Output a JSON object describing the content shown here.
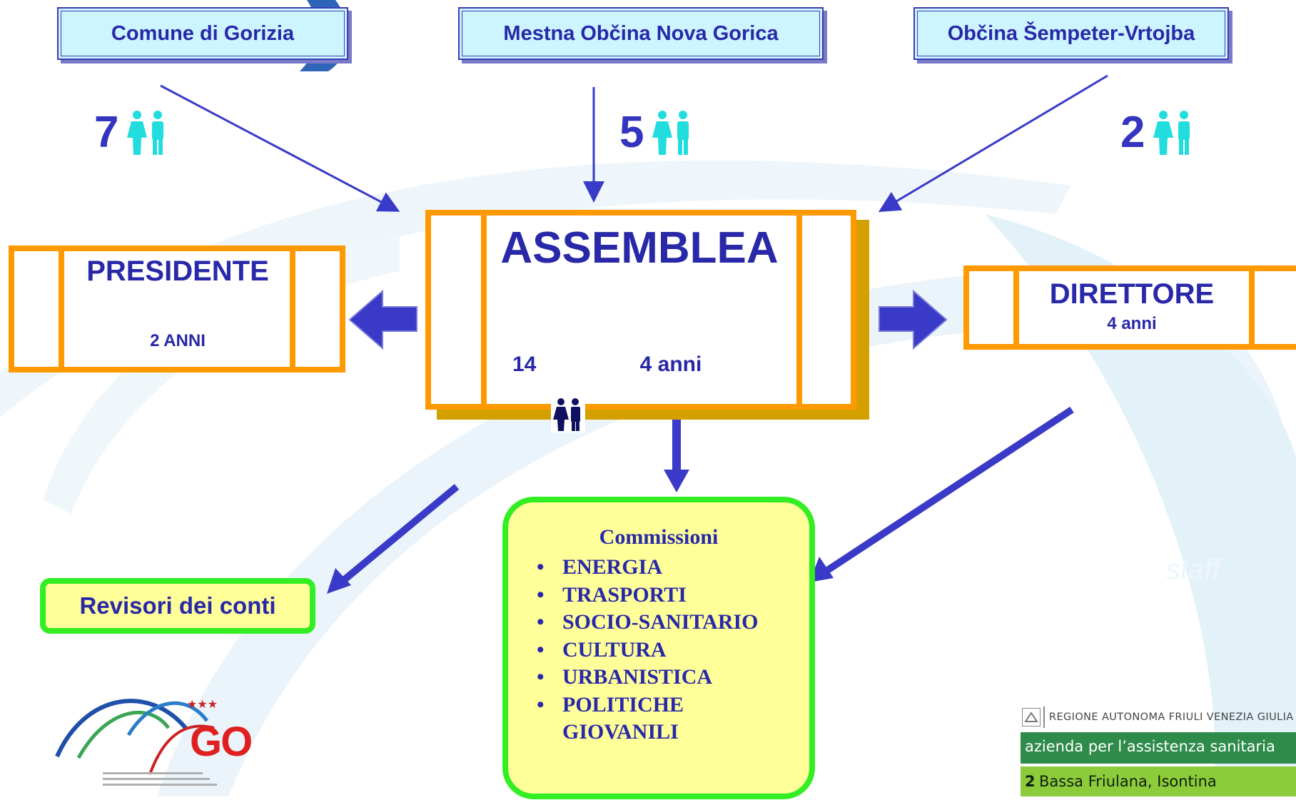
{
  "municipalities": [
    {
      "name": "Comune di Gorizia",
      "count": "7"
    },
    {
      "name": "Mestna Občina Nova Gorica",
      "count": "5"
    },
    {
      "name": "Občina Šempeter-Vrtojba",
      "count": "2"
    }
  ],
  "assembly": {
    "title": "ASSEMBLEA",
    "members": "14",
    "term": "4 anni"
  },
  "president": {
    "title": "PRESIDENTE",
    "term": "2 ANNI"
  },
  "director": {
    "title": "DIRETTORE",
    "term": "4 anni"
  },
  "auditors": {
    "label": "Revisori dei conti"
  },
  "committees": {
    "title": "Commissioni",
    "items": [
      "ENERGIA",
      "TRASPORTI",
      "SOCIO-SANITARIO",
      "CULTURA",
      "URBANISTICA",
      "POLITICHE GIOVANILI"
    ]
  },
  "staff_label": "staff",
  "logos": {
    "go_text": "GO",
    "region_line1": "REGIONE AUTONOMA FRIULI VENEZIA GIULIA",
    "region_line2": "azienda per l’assistenza sanitaria",
    "region_line3_num": "2",
    "region_line3": "Bassa Friulana, Isontina"
  },
  "colors": {
    "arrow_blue": "#3a3ac8",
    "orange": "#ff9900",
    "green": "#33ee22",
    "box_light_blue": "#ccf5ff",
    "committee_fill": "#ffff99",
    "person_cyan": "#22dddd"
  }
}
